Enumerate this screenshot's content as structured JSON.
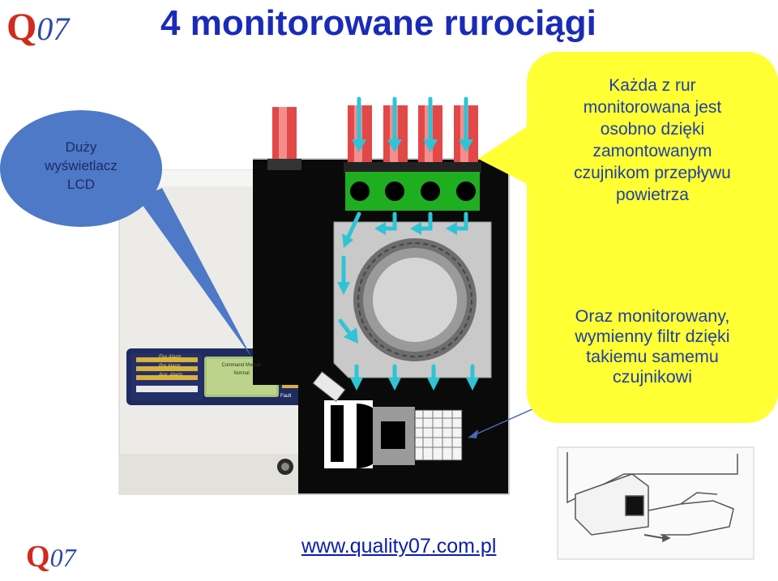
{
  "title": "4 monitorowane rurociągi",
  "logo_top": {
    "q": "Q",
    "digits": "07"
  },
  "logo_bottom": {
    "q": "Q",
    "digits": "07"
  },
  "callout_left": {
    "line1": "Duży",
    "line2": "wyświetlacz",
    "line3": "LCD"
  },
  "callout_right_top": {
    "line1": "Każda z rur",
    "line2": "monitorowana jest",
    "line3": "osobno dzięki",
    "line4": "zamontowanym",
    "line5": "czujnikom przepływu",
    "line6": "powietrza"
  },
  "callout_right_bottom": {
    "line1": "Oraz monitorowany,",
    "line2": "wymienny filtr dzięki",
    "line3": "takiemu samemu",
    "line4": "czujnikowi"
  },
  "device_panel": {
    "labels": {
      "fire_alarm": "Fire Alarm",
      "pre_alarm": "Pre Alarm",
      "aux_alarm": "Aux. Alarm",
      "fault": "Fault"
    },
    "lcd": {
      "line1": "Command Module",
      "line2": "Normal"
    }
  },
  "footer_url": "www.quality07.com.pl",
  "colors": {
    "title": "#1a2bb8",
    "callout_fill": "#ffff33",
    "callout_text": "#1f3fa8",
    "left_callout_fill": "#4d79c7",
    "pipe_red": "#e04040",
    "arrow_cyan": "#2ec4d6",
    "sensor_green": "#22b022"
  }
}
